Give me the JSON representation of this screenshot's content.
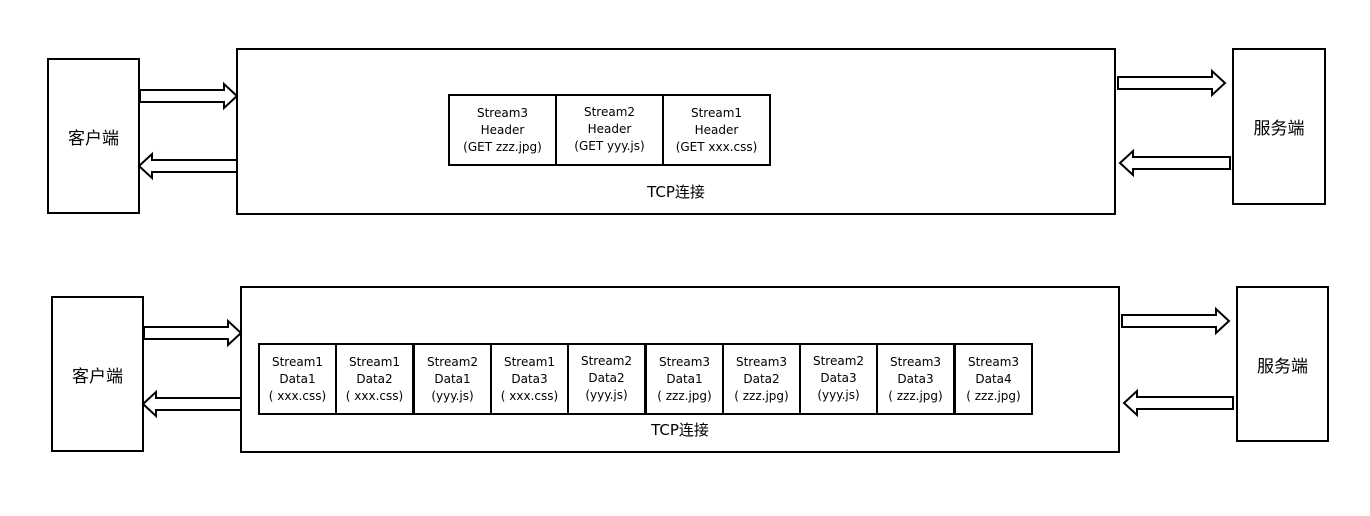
{
  "diagram": {
    "top": {
      "client_label": "客户端",
      "server_label": "服务端",
      "connection_label": "TCP连接",
      "frames": [
        {
          "line1": "Stream3",
          "line2": "Header",
          "line3": "(GET zzz.jpg)"
        },
        {
          "line1": "Stream2",
          "line2": "Header",
          "line3": "(GET yyy.js)"
        },
        {
          "line1": "Stream1",
          "line2": "Header",
          "line3": "(GET xxx.css)"
        }
      ]
    },
    "bottom": {
      "client_label": "客户端",
      "server_label": "服务端",
      "connection_label": "TCP连接",
      "frames": [
        {
          "line1": "Stream1",
          "line2": "Data1",
          "line3": "( xxx.css)"
        },
        {
          "line1": "Stream1",
          "line2": "Data2",
          "line3": "( xxx.css)"
        },
        {
          "line1": "Stream2",
          "line2": "Data1",
          "line3": "(yyy.js)"
        },
        {
          "line1": "Stream1",
          "line2": "Data3",
          "line3": "( xxx.css)"
        },
        {
          "line1": "Stream2",
          "line2": "Data2",
          "line3": "(yyy.js)"
        },
        {
          "line1": "Stream3",
          "line2": "Data1",
          "line3": "( zzz.jpg)"
        },
        {
          "line1": "Stream3",
          "line2": "Data2",
          "line3": "( zzz.jpg)"
        },
        {
          "line1": "Stream2",
          "line2": "Data3",
          "line3": "(yyy.js)"
        },
        {
          "line1": "Stream3",
          "line2": "Data3",
          "line3": "( zzz.jpg)"
        },
        {
          "line1": "Stream3",
          "line2": "Data4",
          "line3": "( zzz.jpg)"
        }
      ]
    }
  }
}
